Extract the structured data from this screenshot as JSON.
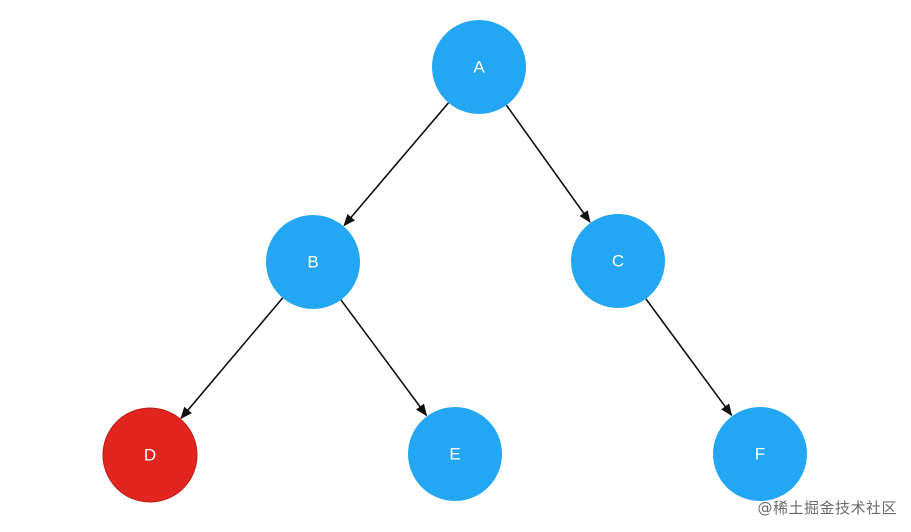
{
  "colors": {
    "node_default": "#23a7f5",
    "node_highlight": "#e3251f",
    "edge": "#111111",
    "label": "#ffffff"
  },
  "nodes": [
    {
      "id": "A",
      "label": "A",
      "highlight": false
    },
    {
      "id": "B",
      "label": "B",
      "highlight": false
    },
    {
      "id": "C",
      "label": "C",
      "highlight": false
    },
    {
      "id": "D",
      "label": "D",
      "highlight": true
    },
    {
      "id": "E",
      "label": "E",
      "highlight": false
    },
    {
      "id": "F",
      "label": "F",
      "highlight": false
    }
  ],
  "edges": [
    {
      "from": "A",
      "to": "B"
    },
    {
      "from": "A",
      "to": "C"
    },
    {
      "from": "B",
      "to": "D"
    },
    {
      "from": "B",
      "to": "E"
    },
    {
      "from": "C",
      "to": "F"
    }
  ],
  "watermark": {
    "text": "@稀土掘金技术社区"
  }
}
